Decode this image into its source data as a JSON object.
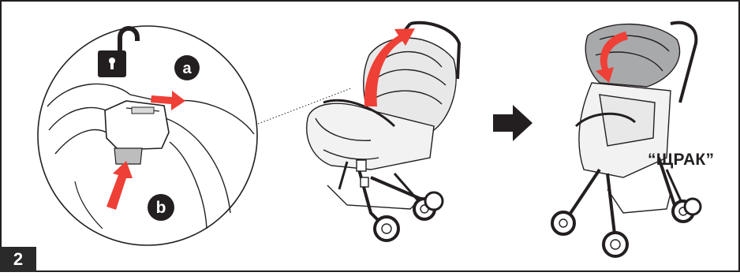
{
  "step": {
    "number": "2"
  },
  "detail": {
    "marker_a": "a",
    "marker_b": "b",
    "lock_icon": "unlock-icon"
  },
  "sound": {
    "label": "“ЩРАК”"
  },
  "colors": {
    "arrow_red": "#ee4036",
    "outline": "#231f20",
    "canopy_grey": "#a8a9ab",
    "seat_grey": "#e8e8e8",
    "badge_bg": "#2a2a2a"
  },
  "icons": {
    "next_arrow": "right-arrow-icon"
  }
}
